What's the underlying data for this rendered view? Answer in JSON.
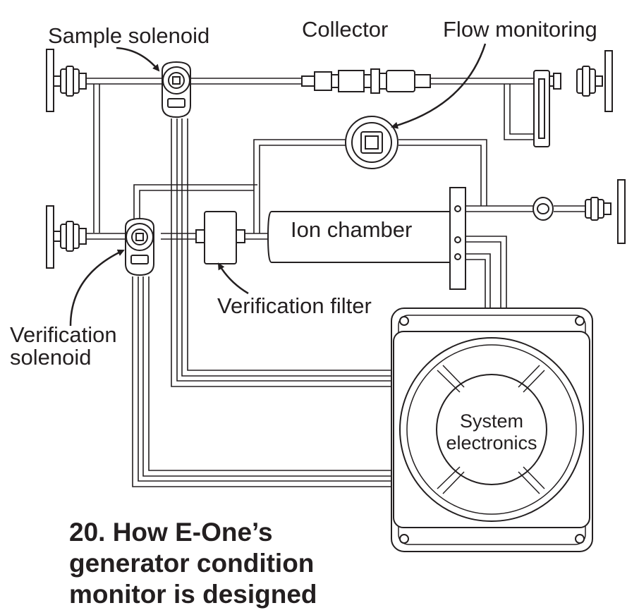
{
  "diagram": {
    "labels": {
      "sample_solenoid": "Sample solenoid",
      "collector": "Collector",
      "flow_monitoring": "Flow monitoring",
      "ion_chamber": "Ion chamber",
      "verification_filter": "Verification filter",
      "verification_solenoid_line1": "Verification",
      "verification_solenoid_line2": "solenoid",
      "system_electronics_line1": "System",
      "system_electronics_line2": "electronics"
    }
  },
  "caption": {
    "line1": "20. How E-One’s",
    "line2": "generator condition",
    "line3": "monitor is designed"
  },
  "colors": {
    "ink": "#231f20",
    "background": "#ffffff"
  }
}
